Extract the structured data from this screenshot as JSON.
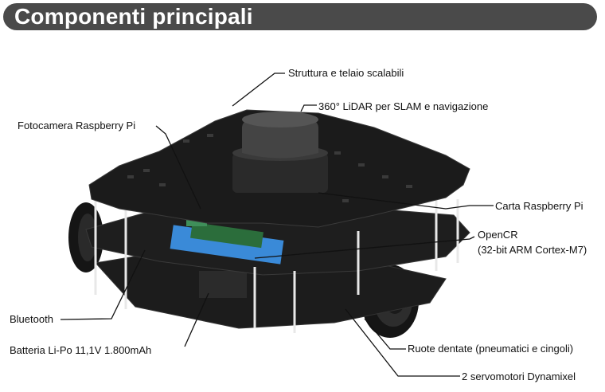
{
  "title": "Componenti principali",
  "colors": {
    "header_bg": "#4a4a4a",
    "header_text": "#ffffff",
    "robot_plate": "#1c1c1c",
    "leader_line": "#111111"
  },
  "labels": {
    "frame": "Struttura e telaio scalabili",
    "lidar": "360° LiDAR per SLAM e navigazione",
    "camera": "Fotocamera Raspberry Pi",
    "raspberry": "Carta Raspberry Pi",
    "opencr_line1": "OpenCR",
    "opencr_line2": "(32-bit ARM Cortex-M7)",
    "bluetooth": "Bluetooth",
    "battery": "Batteria Li-Po 11,1V 1.800mAh",
    "wheels": "Ruote dentate (pneumatici e cingoli)",
    "servos": "2 servomotori Dynamixel"
  }
}
